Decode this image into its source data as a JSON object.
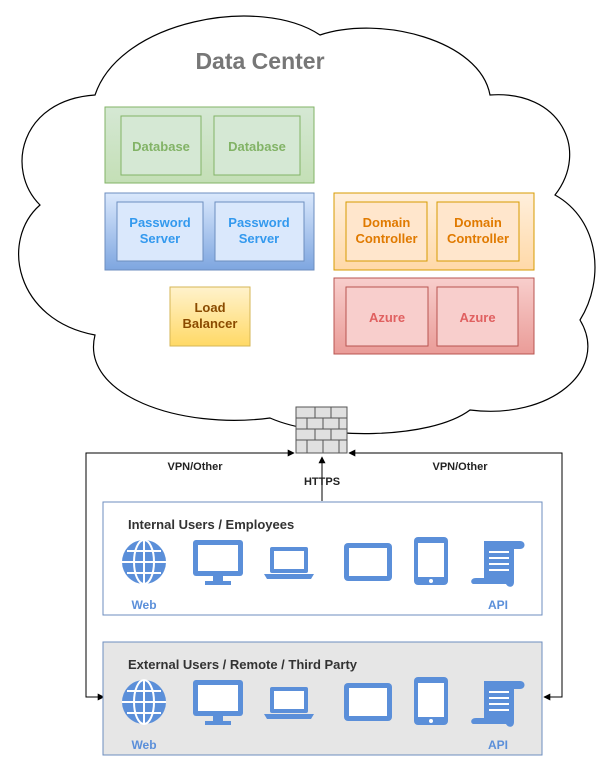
{
  "cloud": {
    "title": "Data Center"
  },
  "database": {
    "items": [
      "Database",
      "Database"
    ]
  },
  "password": {
    "items": [
      "Password Server",
      "Password Server"
    ]
  },
  "domain": {
    "items": [
      "Domain Controller",
      "Domain Controller"
    ]
  },
  "azure": {
    "items": [
      "Azure",
      "Azure"
    ]
  },
  "load_balancer": {
    "label": "Load Balancer"
  },
  "connections": {
    "vpn_left": "VPN/Other",
    "https": "HTTPS",
    "vpn_right": "VPN/Other"
  },
  "internal": {
    "title": "Internal Users / Employees",
    "web": "Web",
    "api": "API"
  },
  "external": {
    "title": "External Users / Remote / Third Party",
    "web": "Web",
    "api": "API"
  },
  "colors": {
    "green_fill": "#d5e8d4",
    "green_stroke": "#82b366",
    "green_text": "#82b366",
    "blue_fill": "#dae8fc",
    "blue_stroke": "#6c8ebf",
    "blue_text": "#3399ee",
    "orange_fill": "#ffe6cc",
    "orange_stroke": "#d79b00",
    "orange_text": "#e07a00",
    "red_fill": "#f8cecc",
    "red_stroke": "#b85450",
    "red_text": "#e06060",
    "yellow_fill": "#fff2cc",
    "yellow_stroke": "#d6b656",
    "yellow_text": "#8a4b00",
    "icon_blue": "#5b8fd9",
    "panel_stroke": "#6c8ebf",
    "gray_fill": "#e6e6e6"
  }
}
